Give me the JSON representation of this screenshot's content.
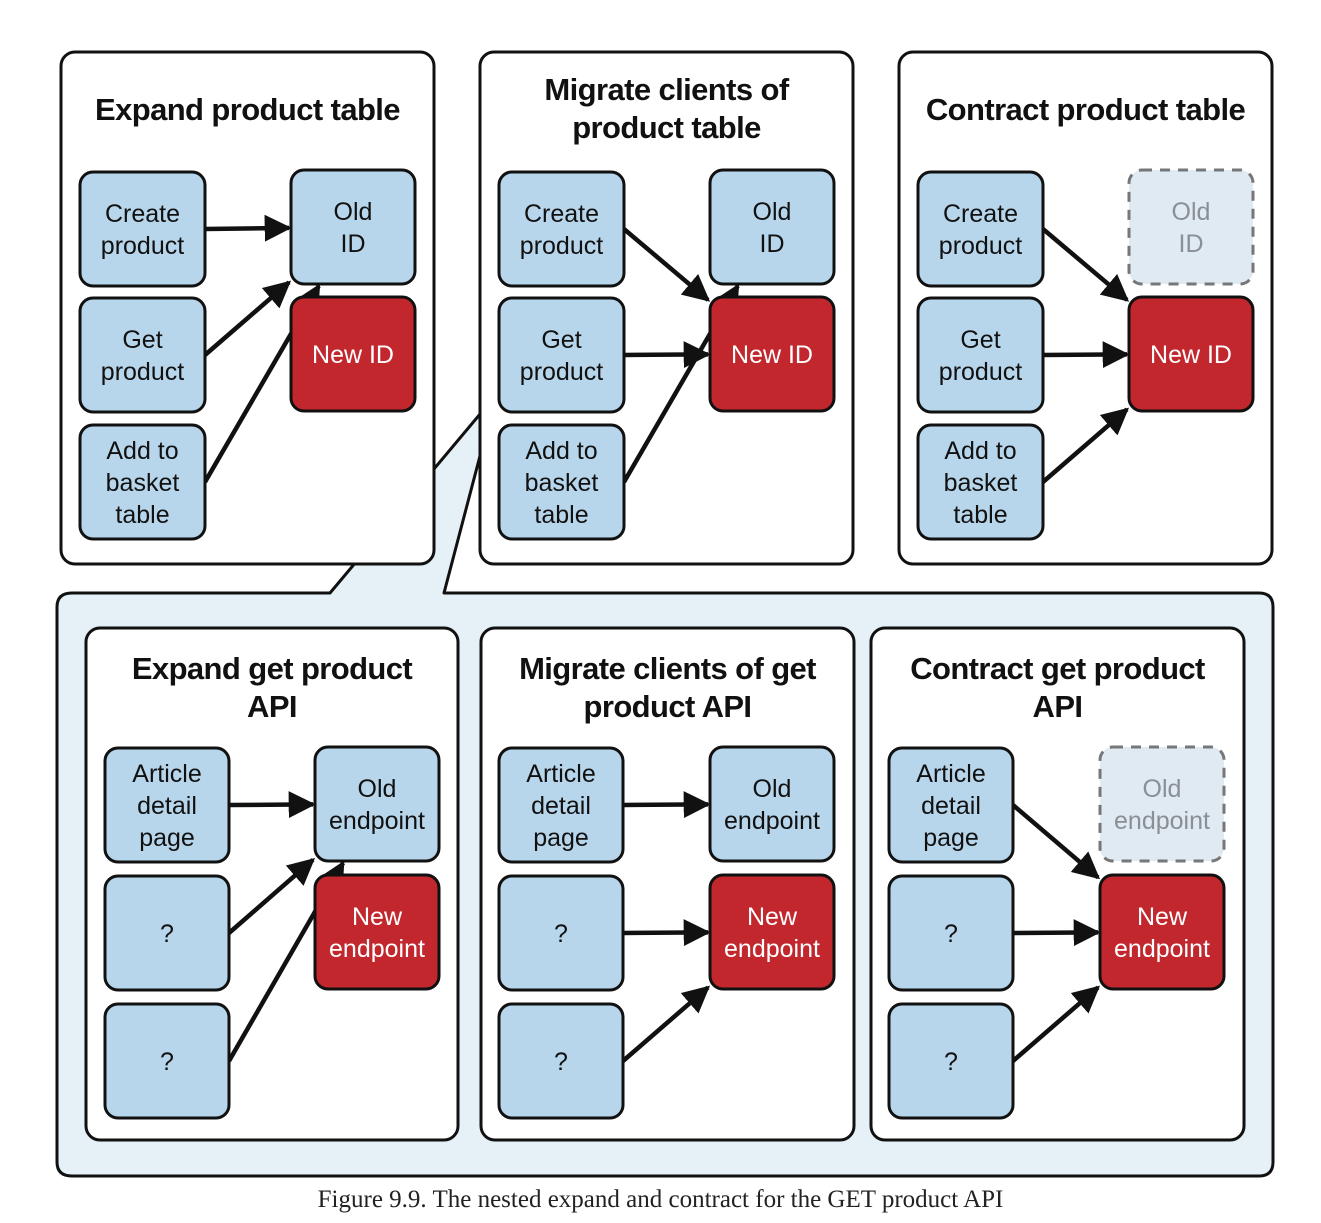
{
  "caption": "Figure 9.9. The nested expand and contract for the GET product API",
  "panels": [
    {
      "title": [
        "Expand product table"
      ],
      "nodes": [
        {
          "lines": [
            "Create",
            "product"
          ],
          "style": "blue"
        },
        {
          "lines": [
            "Get",
            "product"
          ],
          "style": "blue"
        },
        {
          "lines": [
            "Add to",
            "basket",
            "table"
          ],
          "style": "blue"
        },
        {
          "lines": [
            "Old",
            "ID"
          ],
          "style": "blue"
        },
        {
          "lines": [
            "New ID"
          ],
          "style": "red"
        }
      ],
      "arrows": [
        [
          0,
          3
        ],
        [
          1,
          3
        ],
        [
          2,
          3
        ]
      ]
    },
    {
      "title": [
        "Migrate clients of",
        "product table"
      ],
      "nodes": [
        {
          "lines": [
            "Create",
            "product"
          ],
          "style": "blue"
        },
        {
          "lines": [
            "Get",
            "product"
          ],
          "style": "blue"
        },
        {
          "lines": [
            "Add to",
            "basket",
            "table"
          ],
          "style": "blue"
        },
        {
          "lines": [
            "Old",
            "ID"
          ],
          "style": "blue"
        },
        {
          "lines": [
            "New ID"
          ],
          "style": "red"
        }
      ],
      "arrows": [
        [
          0,
          4
        ],
        [
          1,
          4
        ],
        [
          2,
          3
        ]
      ]
    },
    {
      "title": [
        "Contract product table"
      ],
      "nodes": [
        {
          "lines": [
            "Create",
            "product"
          ],
          "style": "blue"
        },
        {
          "lines": [
            "Get",
            "product"
          ],
          "style": "blue"
        },
        {
          "lines": [
            "Add to",
            "basket",
            "table"
          ],
          "style": "blue"
        },
        {
          "lines": [
            "Old",
            "ID"
          ],
          "style": "ghost"
        },
        {
          "lines": [
            "New ID"
          ],
          "style": "red"
        }
      ],
      "arrows": [
        [
          0,
          4
        ],
        [
          1,
          4
        ],
        [
          2,
          4
        ]
      ]
    },
    {
      "title": [
        "Expand get product",
        "API"
      ],
      "nodes": [
        {
          "lines": [
            "Article",
            "detail",
            "page"
          ],
          "style": "blue"
        },
        {
          "lines": [
            "?"
          ],
          "style": "blue"
        },
        {
          "lines": [
            "?"
          ],
          "style": "blue"
        },
        {
          "lines": [
            "Old",
            "endpoint"
          ],
          "style": "blue"
        },
        {
          "lines": [
            "New",
            "endpoint"
          ],
          "style": "red"
        }
      ],
      "arrows": [
        [
          0,
          3
        ],
        [
          1,
          3
        ],
        [
          2,
          3
        ]
      ]
    },
    {
      "title": [
        "Migrate clients of get",
        "product API"
      ],
      "nodes": [
        {
          "lines": [
            "Article",
            "detail",
            "page"
          ],
          "style": "blue"
        },
        {
          "lines": [
            "?"
          ],
          "style": "blue"
        },
        {
          "lines": [
            "?"
          ],
          "style": "blue"
        },
        {
          "lines": [
            "Old",
            "endpoint"
          ],
          "style": "blue"
        },
        {
          "lines": [
            "New",
            "endpoint"
          ],
          "style": "red"
        }
      ],
      "arrows": [
        [
          0,
          3
        ],
        [
          1,
          4
        ],
        [
          2,
          4
        ]
      ]
    },
    {
      "title": [
        "Contract get product",
        "API"
      ],
      "nodes": [
        {
          "lines": [
            "Article",
            "detail",
            "page"
          ],
          "style": "blue"
        },
        {
          "lines": [
            "?"
          ],
          "style": "blue"
        },
        {
          "lines": [
            "?"
          ],
          "style": "blue"
        },
        {
          "lines": [
            "Old",
            "endpoint"
          ],
          "style": "ghost"
        },
        {
          "lines": [
            "New",
            "endpoint"
          ],
          "style": "red"
        }
      ],
      "arrows": [
        [
          0,
          4
        ],
        [
          1,
          4
        ],
        [
          2,
          4
        ]
      ]
    }
  ],
  "colors": {
    "client_fill": "#b8d6eb",
    "new_fill": "#c1272d",
    "ghost_fill": "#dfeaf3",
    "callout_fill": "#e5f0f7"
  }
}
